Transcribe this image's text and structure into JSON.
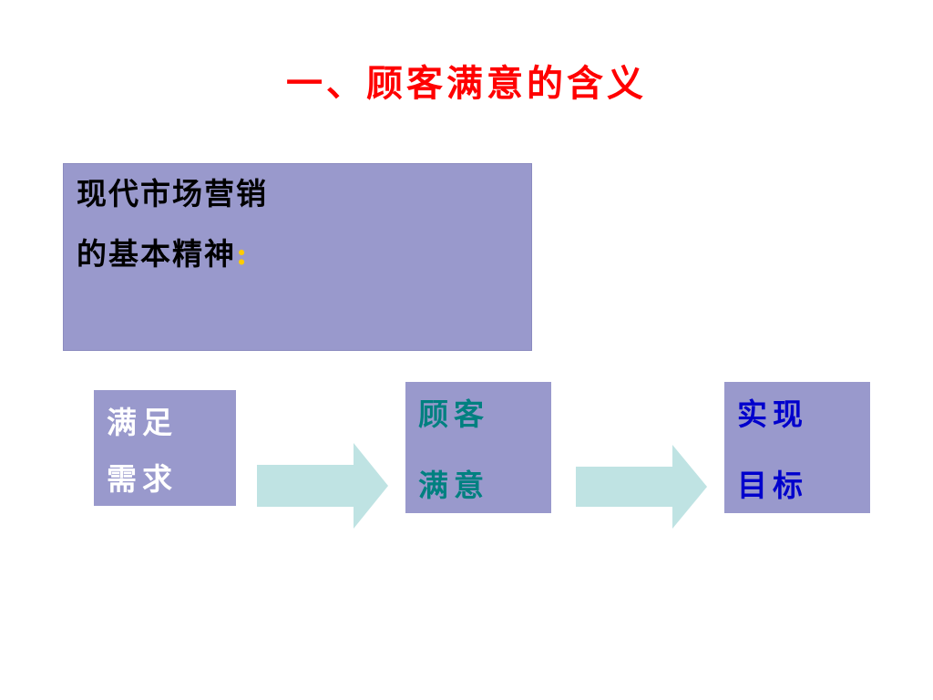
{
  "title": "一、顾客满意的含义",
  "main_box": {
    "line1": "现代市场营销",
    "line2": "的基本精神",
    "colon": ":"
  },
  "flow": [
    {
      "line1": "满足",
      "line2": "需求",
      "text_color": "#ffffff"
    },
    {
      "line1": "顾客",
      "line2": "满意",
      "text_color": "#008080"
    },
    {
      "line1": "实现",
      "line2": "目标",
      "text_color": "#0000cc"
    }
  ],
  "colors": {
    "title": "#ff0000",
    "box_fill": "#9999cc",
    "arrow_fill": "#bfe3e3",
    "colon": "#ffcc00"
  }
}
